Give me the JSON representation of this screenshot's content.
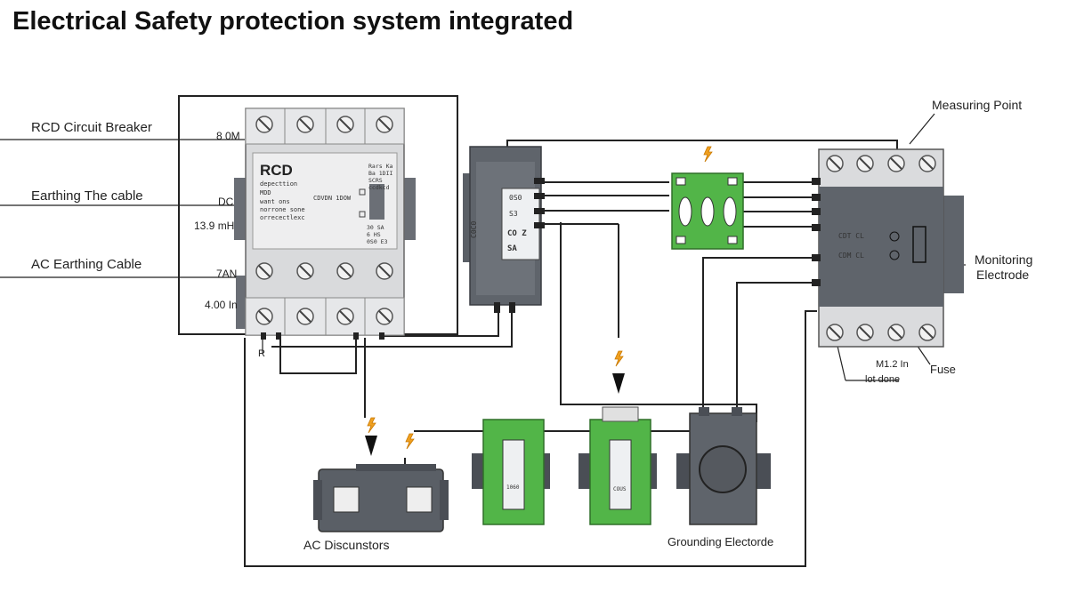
{
  "title": "Electrical Safety protection system integrated",
  "labels": {
    "rcd_breaker": "RCD Circuit Breaker",
    "earthing_cable": "Earthing The cable",
    "ac_earthing_cable": "AC Earthing Cable",
    "measuring_point": "Measuring Point",
    "monitoring_electrode_1": "Monitoring",
    "monitoring_electrode_2": "Electrode",
    "fuse": "Fuse",
    "ac_disconnectors": "AC Discunstors",
    "grounding_electrode": "Grounding Electorde"
  },
  "rcd": {
    "name": "RCD",
    "line1": "depecttion",
    "line2": "MDD",
    "line3": "want ons",
    "line4": "norrone sone",
    "line5": "orrecectlexc",
    "mid": "CDVDN 1DOW",
    "r1": "Rars Ka",
    "r2": "Ba 1DII",
    "r3": "SCRS",
    "r4": "ccdkcd",
    "b1": "30 SA",
    "b2": "6 HS",
    "b3": "0S0 E3"
  },
  "annotations": {
    "a1": "8 0M",
    "a2": "DC",
    "a3": "13.9 mH",
    "a4": "7AN",
    "a5": "4.00 In",
    "a6": "R",
    "fuse_val1": "M1.2 In",
    "fuse_val2": "lot done"
  },
  "module": {
    "code1": "C0C0",
    "code2": "0S0",
    "code3": "S3",
    "code4": "CO Z",
    "code5": "SA"
  },
  "monitor": {
    "row1": "CDT CL",
    "row2": "CDM CL"
  },
  "connector": {
    "t1": "1060",
    "t2": "COUS"
  }
}
